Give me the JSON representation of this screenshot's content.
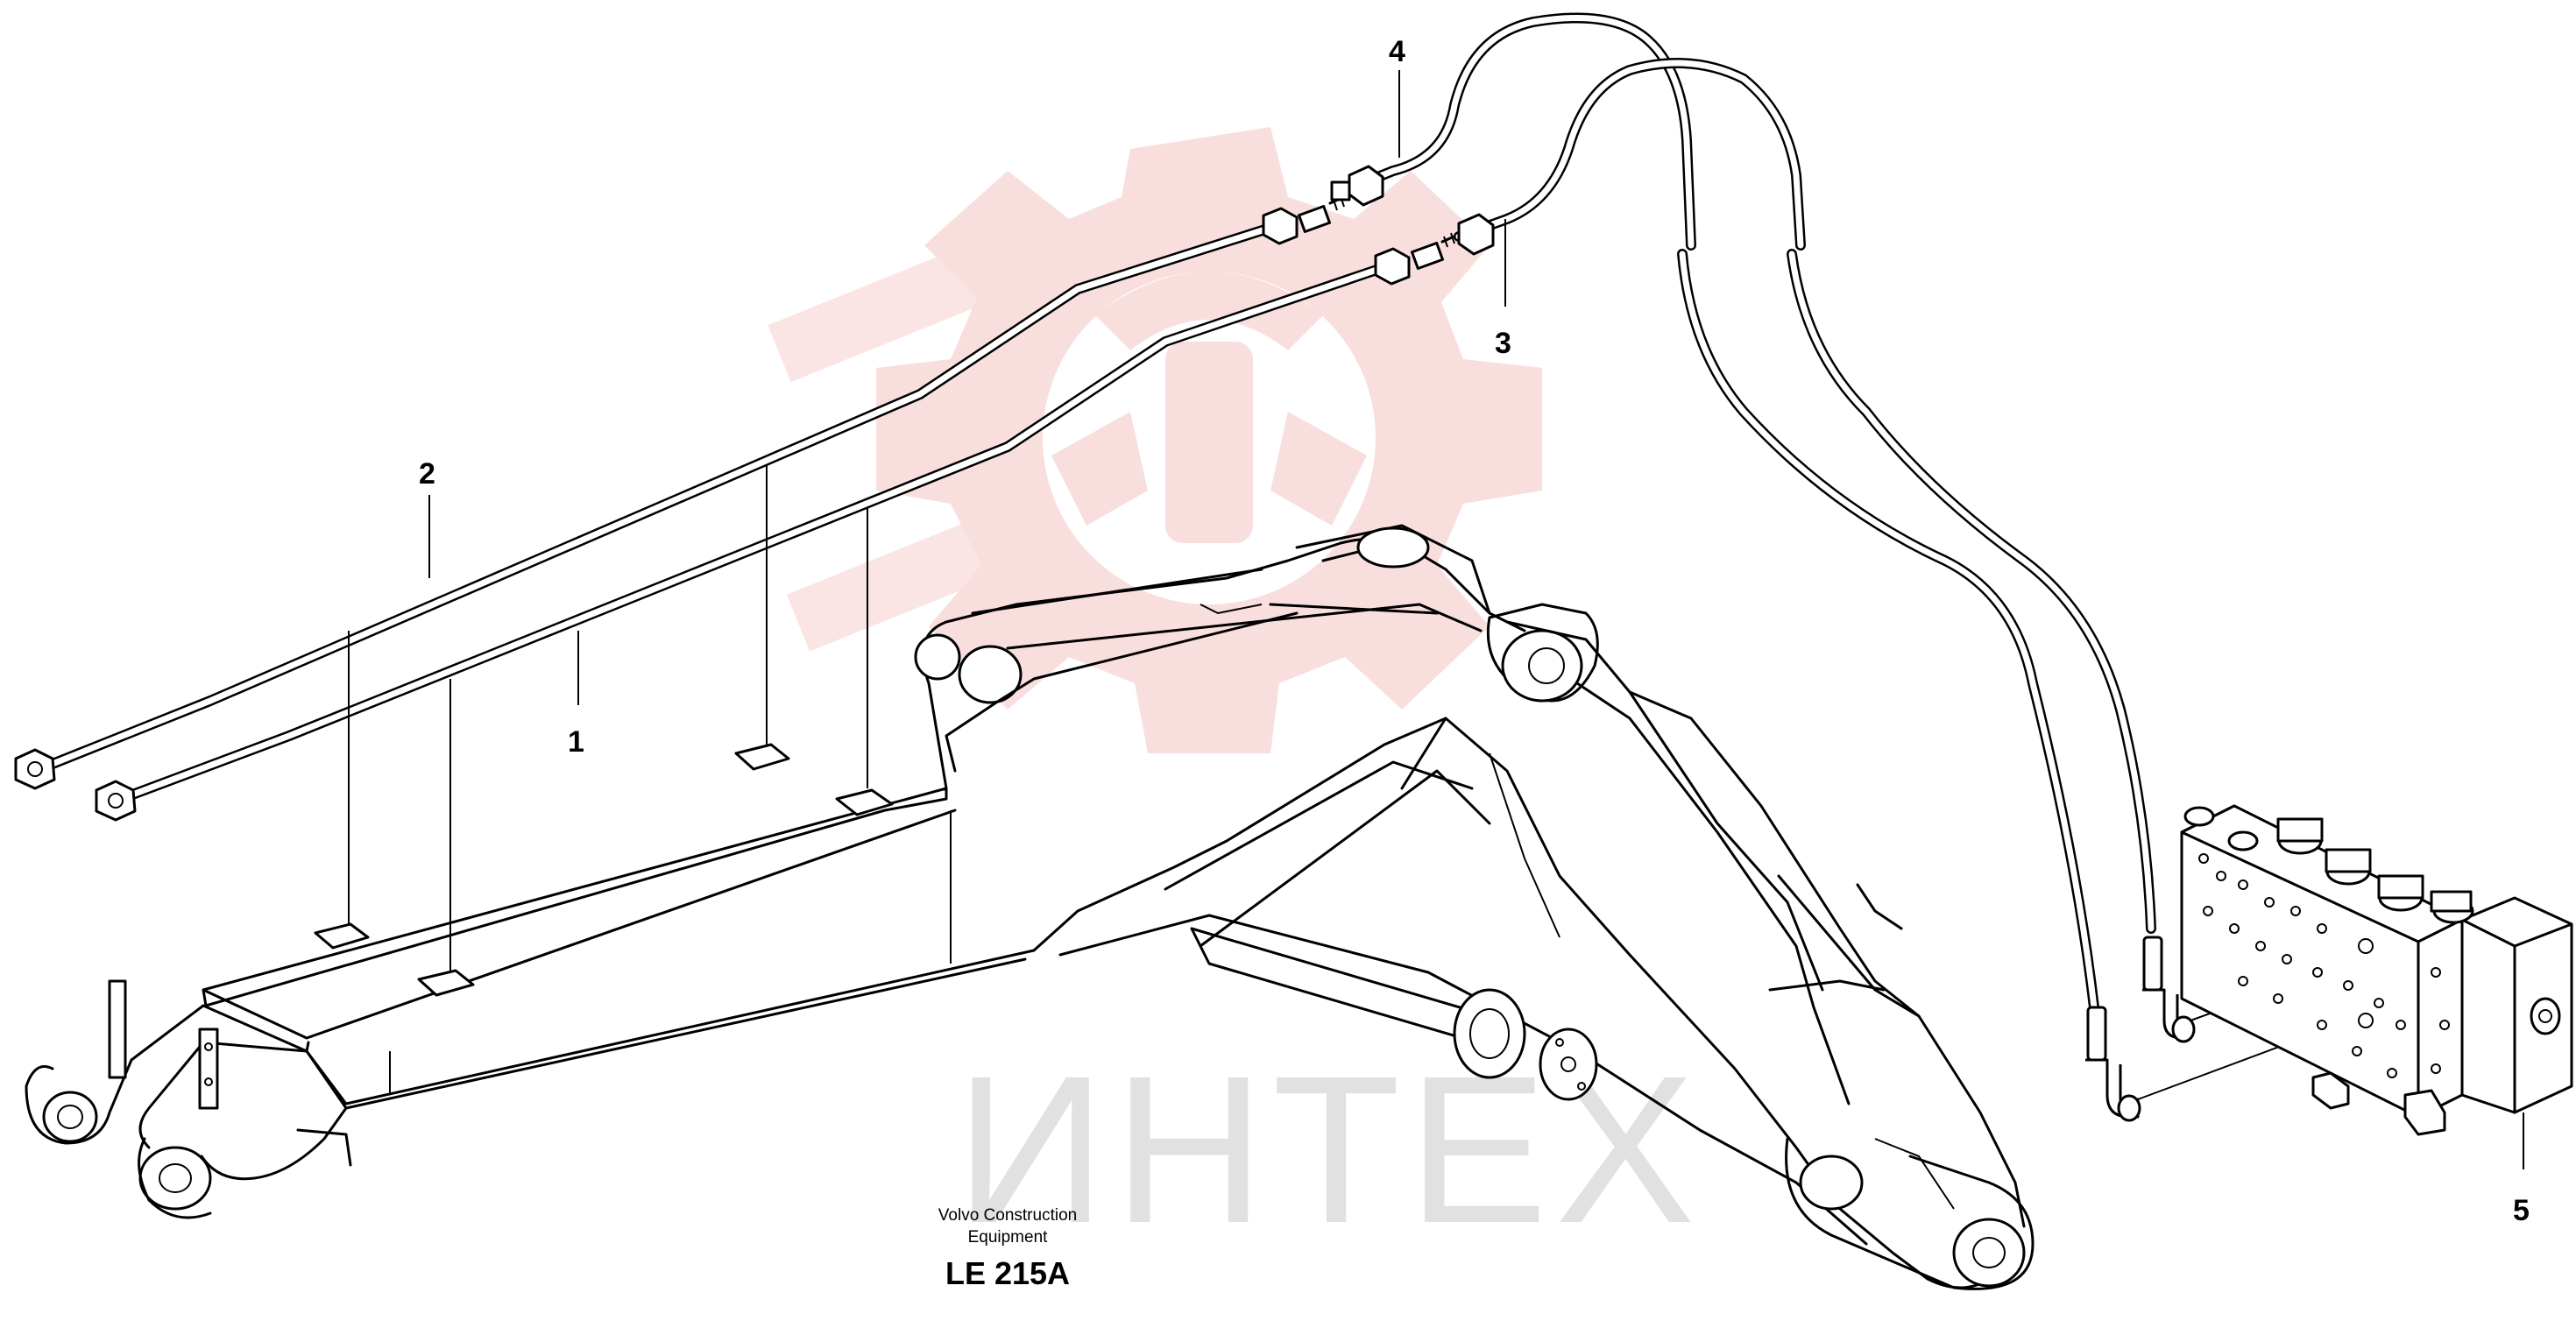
{
  "watermark": {
    "text": "ИНТЕХ",
    "logo": "gear-logo",
    "color": "#f4c4c4"
  },
  "parts": [
    {
      "id": "1",
      "label": "1"
    },
    {
      "id": "2",
      "label": "2"
    },
    {
      "id": "3",
      "label": "3"
    },
    {
      "id": "4",
      "label": "4"
    },
    {
      "id": "5",
      "label": "5"
    }
  ],
  "caption": {
    "line1": "Volvo Construction",
    "line2": "Equipment",
    "code": "LE 215A"
  }
}
